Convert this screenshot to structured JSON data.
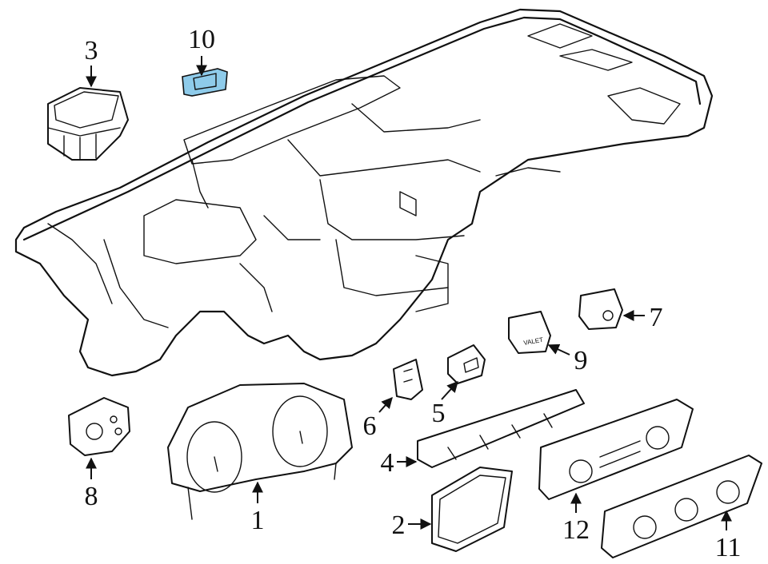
{
  "diagram": {
    "highlight_color": "#8ecbea",
    "line_color": "#111111",
    "callouts": [
      {
        "id": "c1",
        "label": "1"
      },
      {
        "id": "c2",
        "label": "2"
      },
      {
        "id": "c3",
        "label": "3"
      },
      {
        "id": "c4",
        "label": "4"
      },
      {
        "id": "c5",
        "label": "5"
      },
      {
        "id": "c6",
        "label": "6"
      },
      {
        "id": "c7",
        "label": "7"
      },
      {
        "id": "c8",
        "label": "8"
      },
      {
        "id": "c9",
        "label": "9"
      },
      {
        "id": "c10",
        "label": "10"
      },
      {
        "id": "c11",
        "label": "11"
      },
      {
        "id": "c12",
        "label": "12"
      }
    ],
    "valet_text": "VALET"
  }
}
